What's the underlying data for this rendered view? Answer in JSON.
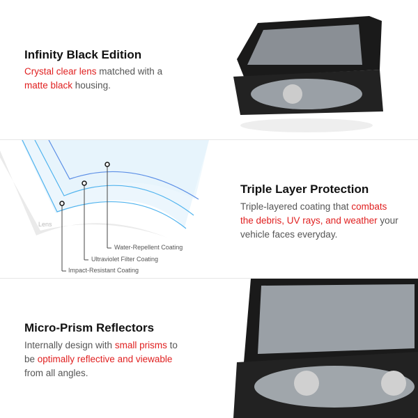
{
  "sections": [
    {
      "title": "Infinity Black Edition",
      "desc": [
        {
          "t": "Crystal clear lens",
          "hl": true
        },
        {
          "t": " matched with a ",
          "hl": false
        },
        {
          "t": "matte black",
          "hl": true
        },
        {
          "t": " housing.",
          "hl": false
        }
      ]
    },
    {
      "title": "Triple Layer Protection",
      "desc": [
        {
          "t": "Triple-layered coating that ",
          "hl": false
        },
        {
          "t": "combats the debris, UV rays, and weather",
          "hl": true
        },
        {
          "t": " your vehicle faces everyday.",
          "hl": false
        }
      ],
      "diagram": {
        "lens_label": "Lens",
        "layers": [
          "Water-Repellent Coating",
          "Ultraviolet Filter Coating",
          "Impact-Resistant Coating"
        ]
      }
    },
    {
      "title": "Micro-Prism Reflectors",
      "desc": [
        {
          "t": "Internally design with ",
          "hl": false
        },
        {
          "t": "small prisms",
          "hl": true
        },
        {
          "t": " to be ",
          "hl": false
        },
        {
          "t": "optimally reflective and viewable",
          "hl": true
        },
        {
          "t": " from all angles.",
          "hl": false
        }
      ]
    }
  ],
  "colors": {
    "accent": "#e02020"
  }
}
